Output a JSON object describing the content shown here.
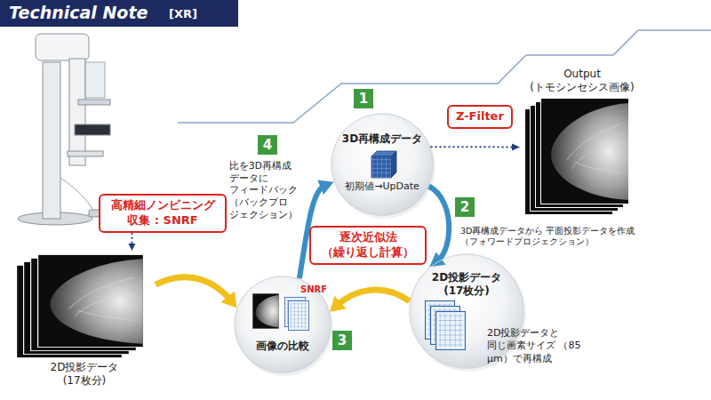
{
  "diagram": {
    "title": "Technical Note",
    "nodes": [
      {
        "text": [
          "3D再構成データ",
          "初期値→UpDate"
        ]
      },
      {
        "text": [
          "2D投影データ (17枚分)"
        ]
      },
      {
        "text": [
          "画像の比較"
        ]
      },
      {
        "text": [
          "2D投影データ (17枚分)"
        ]
      },
      {
        "text": [
          "Output (トモシンセシス画像)"
        ]
      },
      {
        "text": [
          "高精細ノンビニング 収集 : SNRF"
        ]
      },
      {
        "text": [
          "逐次近似法 （繰り返し計算）"
        ]
      },
      {
        "text": [
          "Z-Filter"
        ]
      }
    ],
    "edges": [
      {
        "from": 0,
        "to": 4,
        "arrow": "to"
      },
      {
        "from": 0,
        "to": 1,
        "arrow": "to"
      },
      {
        "from": 1,
        "to": 2,
        "arrow": "to"
      },
      {
        "from": 3,
        "to": 2,
        "arrow": "to"
      },
      {
        "from": 2,
        "to": 0,
        "arrow": "to"
      },
      {
        "from": 5,
        "to": 3,
        "arrow": "to"
      }
    ],
    "labels": [
      "[XR]",
      "1",
      "2",
      "3",
      "4",
      "比を3D再構成 データに フィードバック （バックプロ ジェクション）",
      "3D再構成データから 平面投影データを作成（フォワードプロジェクション）",
      "2D投影データと 同じ画素サイズ （85 μm）で再構成",
      "SNRF"
    ]
  }
}
